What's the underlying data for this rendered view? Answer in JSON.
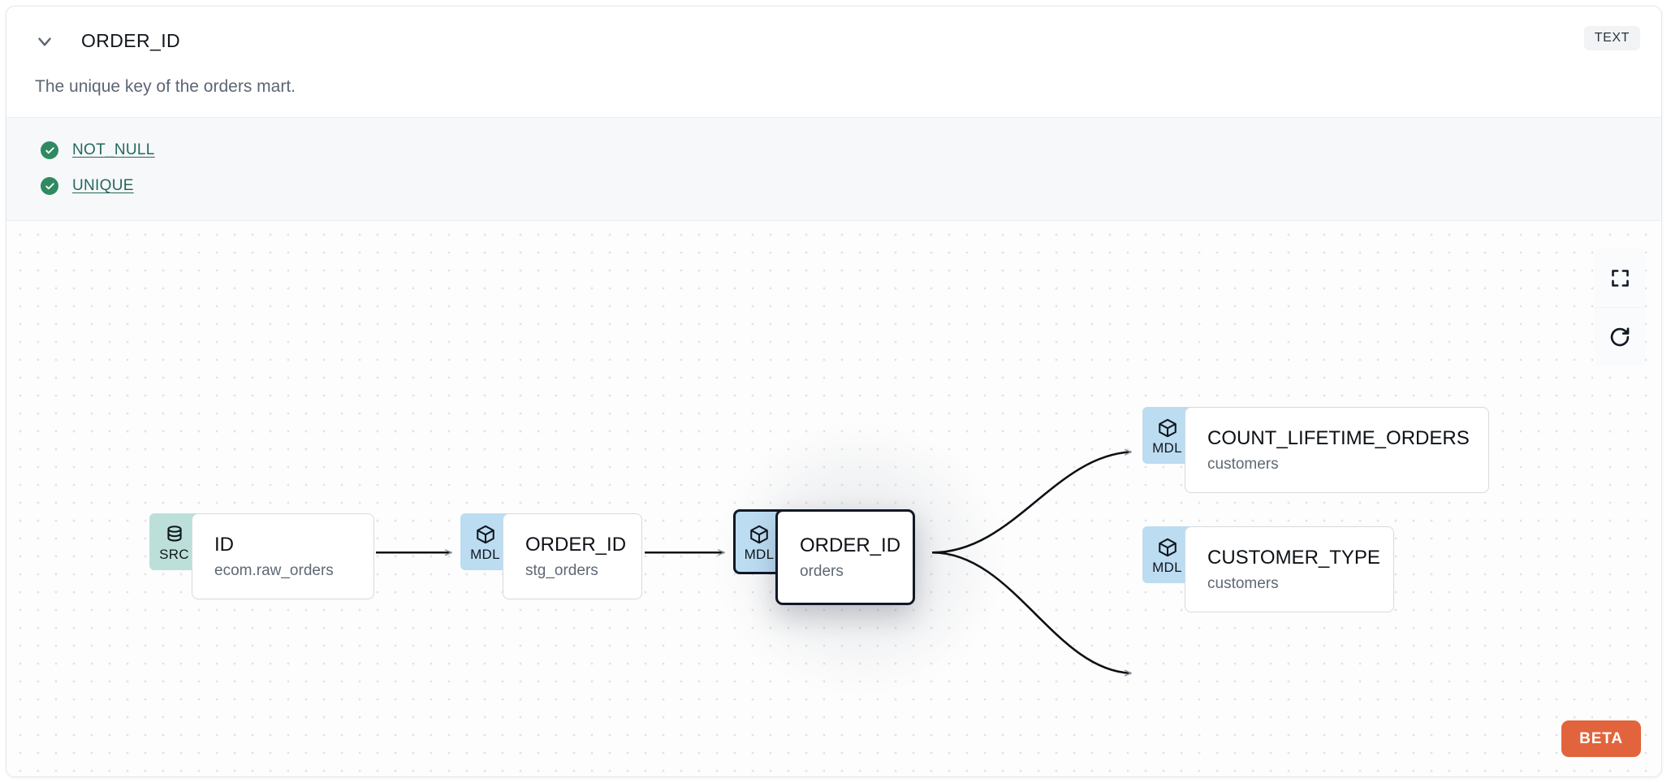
{
  "header": {
    "collapse_icon": "chevron-down-icon",
    "title": "ORDER_ID",
    "type_badge": "TEXT"
  },
  "description": "The unique key of the orders mart.",
  "tests": {
    "items": [
      {
        "status_icon": "check-circle-icon",
        "label": "NOT_NULL"
      },
      {
        "status_icon": "check-circle-icon",
        "label": "UNIQUE"
      }
    ]
  },
  "lineage": {
    "nodes": [
      {
        "id": "src-id",
        "badge": "SRC",
        "badge_icon": "database-icon",
        "name": "ID",
        "subtitle": "ecom.raw_orders",
        "selected": false
      },
      {
        "id": "stg-order",
        "badge": "MDL",
        "badge_icon": "cube-icon",
        "name": "ORDER_ID",
        "subtitle": "stg_orders",
        "selected": false
      },
      {
        "id": "orders",
        "badge": "MDL",
        "badge_icon": "cube-icon",
        "name": "ORDER_ID",
        "subtitle": "orders",
        "selected": true
      },
      {
        "id": "count-life",
        "badge": "MDL",
        "badge_icon": "cube-icon",
        "name": "COUNT_LIFETIME_ORDERS",
        "subtitle": "customers",
        "selected": false
      },
      {
        "id": "cust-type",
        "badge": "MDL",
        "badge_icon": "cube-icon",
        "name": "CUSTOMER_TYPE",
        "subtitle": "customers",
        "selected": false
      }
    ],
    "toolbar": [
      {
        "id": "fit-view",
        "icon": "fit-view-icon"
      },
      {
        "id": "reset",
        "icon": "refresh-icon"
      }
    ],
    "beta_label": "BETA"
  },
  "colors": {
    "src_badge": "#bcdfda",
    "mdl_badge": "#bcdcf2",
    "test_pass": "#2f8a62",
    "test_link": "#23685f",
    "beta": "#e2643c",
    "selected_outline": "#111826"
  }
}
